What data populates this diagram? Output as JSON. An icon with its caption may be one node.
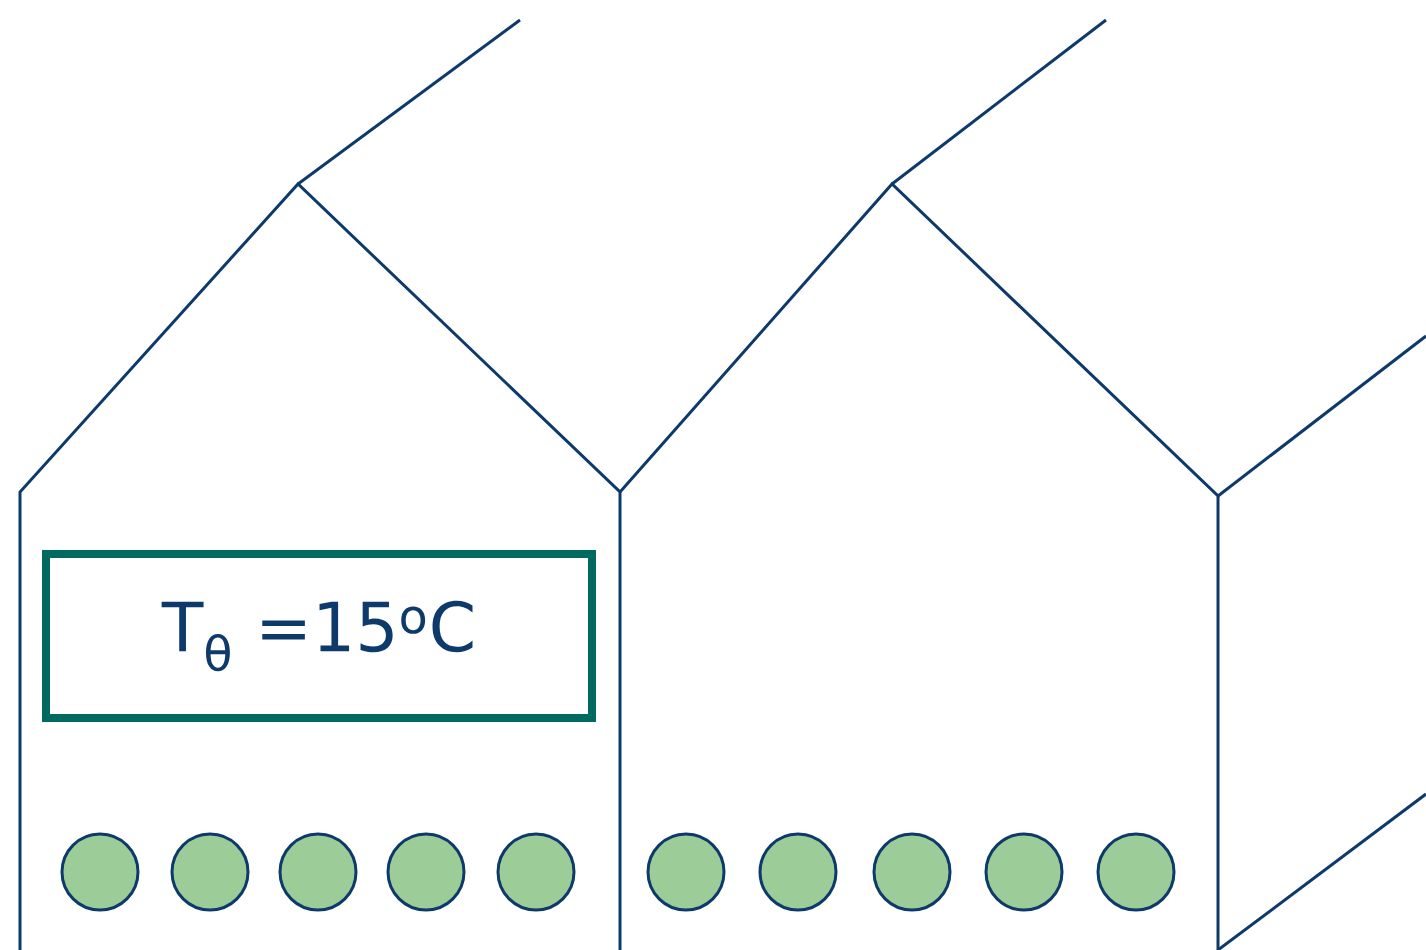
{
  "diagram": {
    "nodes": [
      {
        "text": [
          "T$_{θ}$ =15$^{o}$C"
        ]
      },
      {
        "text": [],
        "shape": "circle"
      },
      {
        "text": [],
        "shape": "circle"
      },
      {
        "text": [],
        "shape": "circle"
      },
      {
        "text": [],
        "shape": "circle"
      },
      {
        "text": [],
        "shape": "circle"
      },
      {
        "text": [],
        "shape": "circle"
      },
      {
        "text": [],
        "shape": "circle"
      },
      {
        "text": [],
        "shape": "circle"
      },
      {
        "text": [],
        "shape": "circle"
      },
      {
        "text": [],
        "shape": "circle"
      }
    ]
  }
}
